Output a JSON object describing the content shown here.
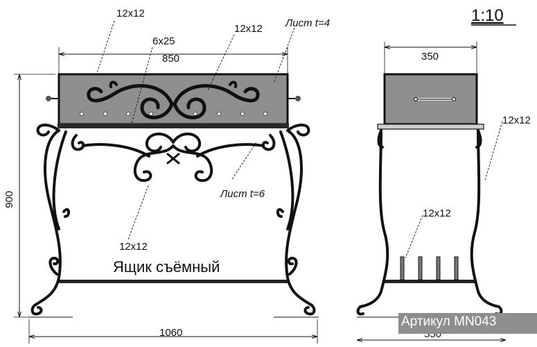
{
  "scale": "1:10",
  "front_view": {
    "dim_top_width": "850",
    "dim_bottom_width": "1060",
    "dim_height": "900",
    "bar_12x12_a": "12x12",
    "bar_6x25": "6x25",
    "bar_12x12_b": "12x12",
    "sheet_top": "Лист t=4",
    "sheet_shelf": "Лист t=6",
    "bar_12x12_c": "12x12",
    "drawer_caption": "Ящик съёмный"
  },
  "side_view": {
    "dim_top_width": "350",
    "dim_bottom_width": "550",
    "bar_12x12_a": "12x12",
    "bar_12x12_b": "12x12"
  },
  "article_badge": "Артикул МN043",
  "colors": {
    "line": "#111111",
    "drawer_fill": "#8f8f8f",
    "badge_bg": "#8e8e8e",
    "badge_text": "#ffffff"
  }
}
